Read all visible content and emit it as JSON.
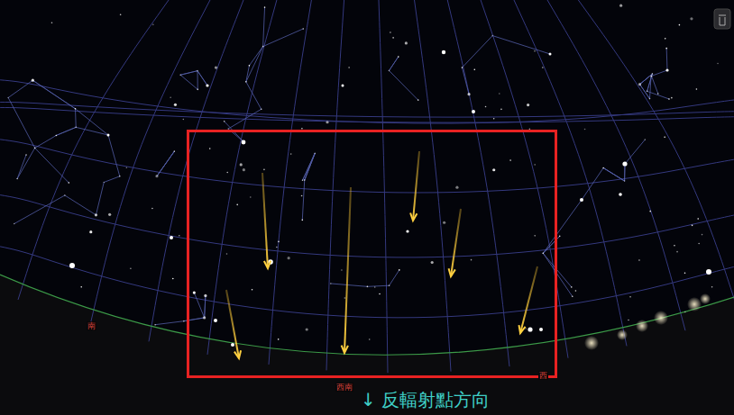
{
  "diagram": {
    "caption": "↓ 反輻射點方向",
    "labels": [
      "南",
      "西南",
      "西"
    ]
  }
}
